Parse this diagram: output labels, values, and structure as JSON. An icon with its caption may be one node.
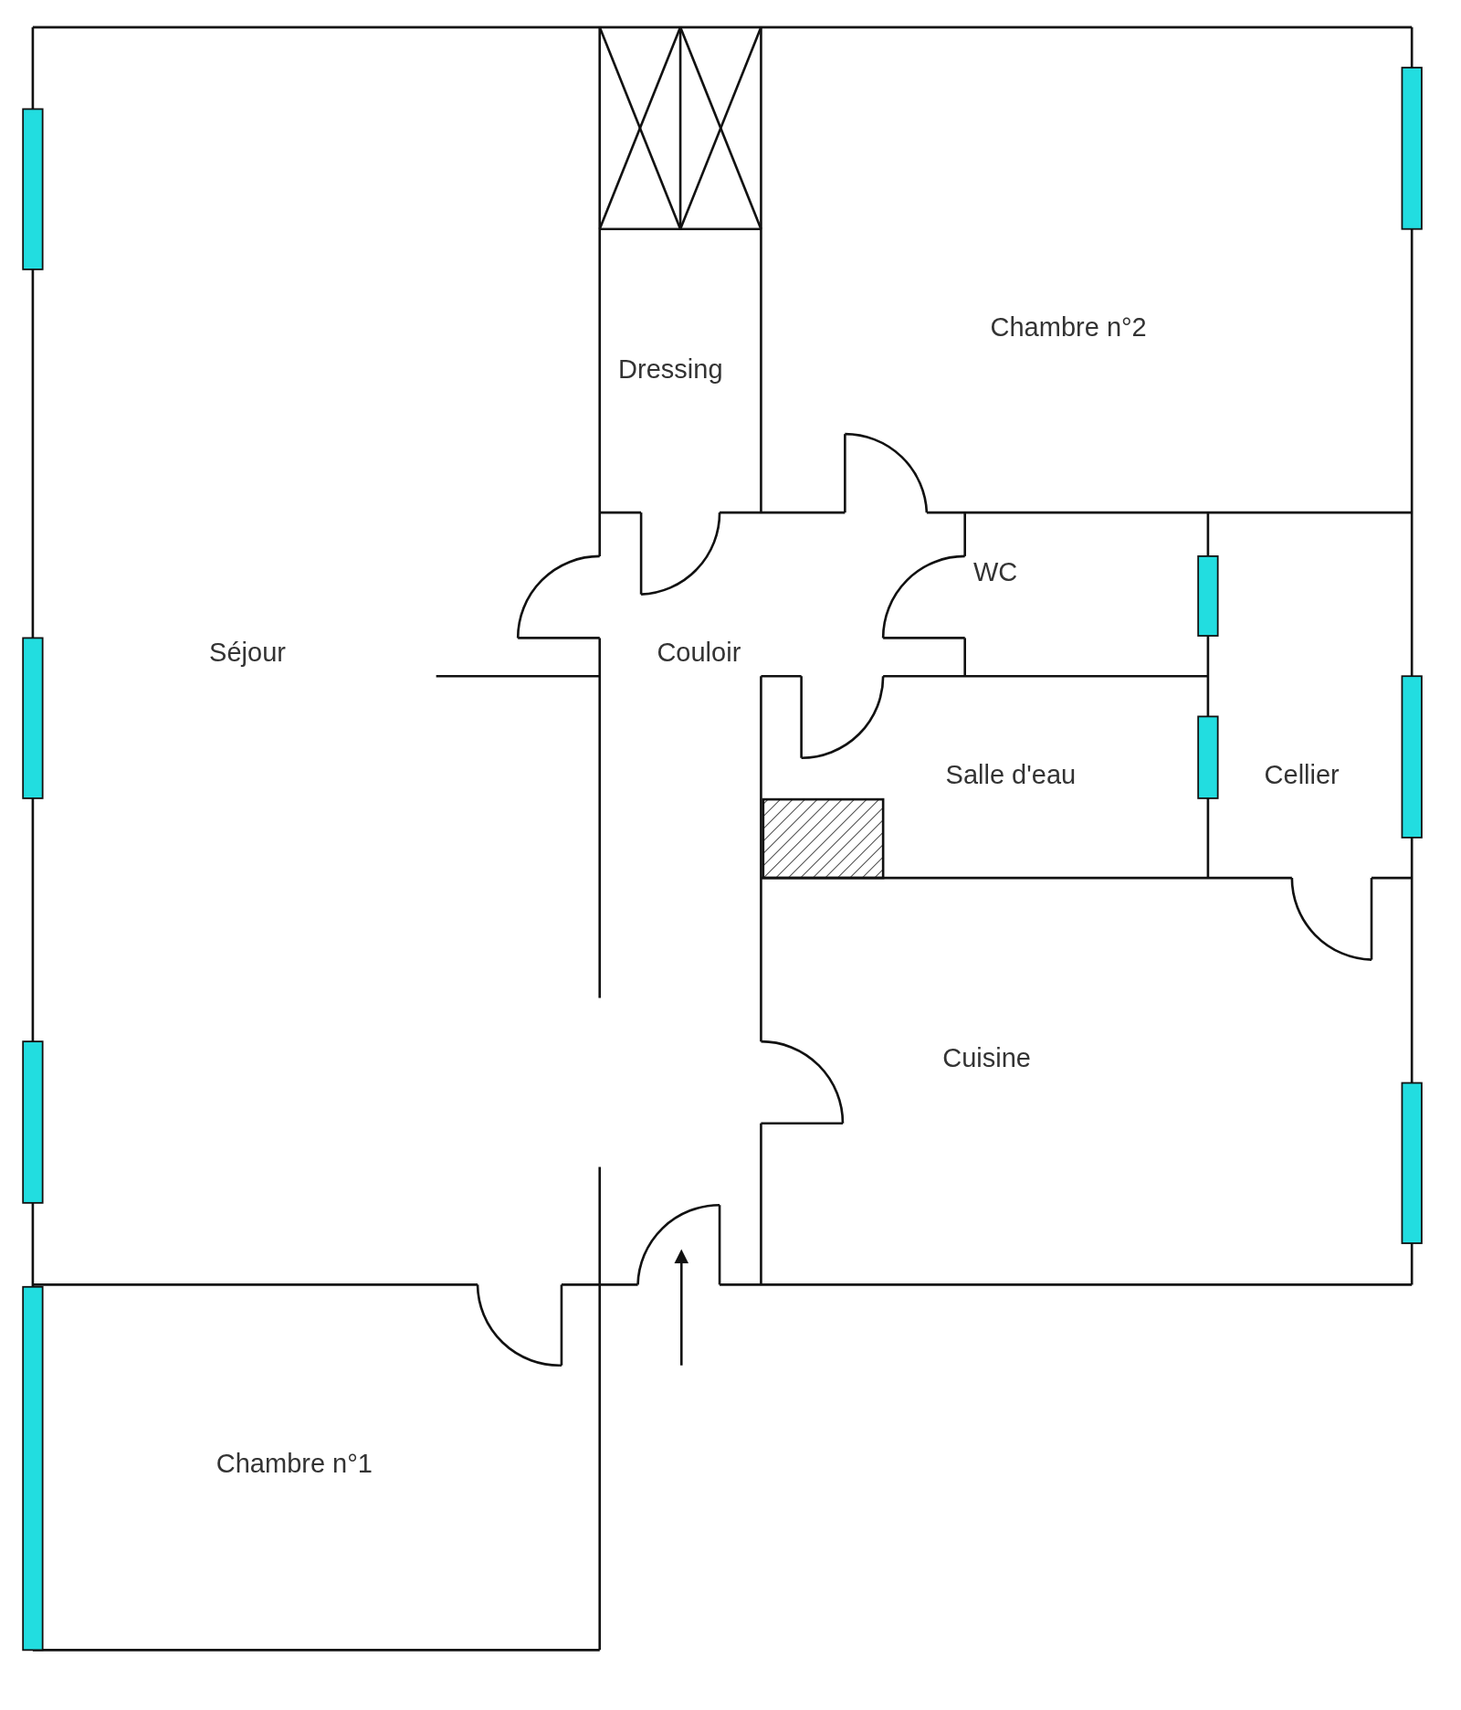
{
  "diagram": {
    "labels": [
      "Chambre n°2",
      "Dressing",
      "Séjour",
      "Couloir",
      "WC",
      "Salle d'eau",
      "Cellier",
      "Cuisine",
      "Chambre n°1"
    ]
  }
}
